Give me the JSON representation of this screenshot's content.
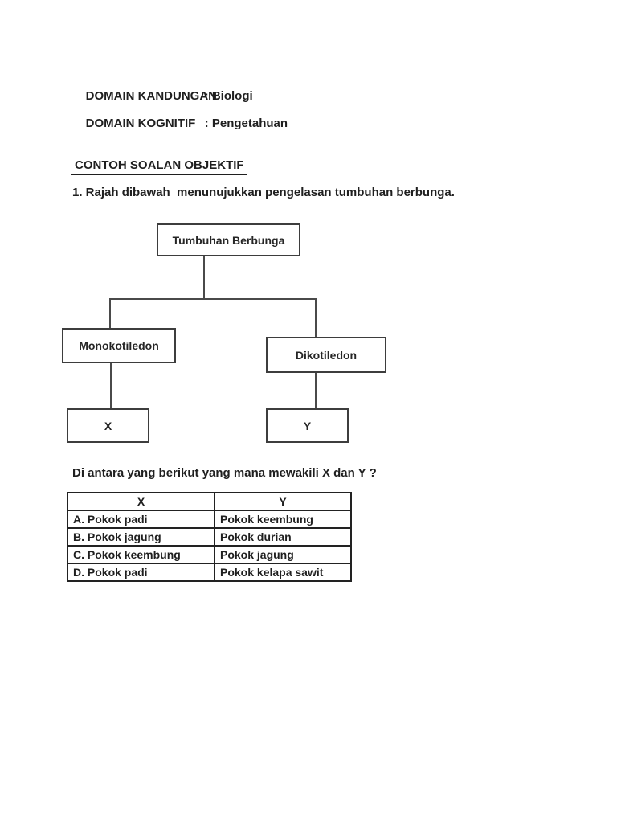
{
  "page": {
    "background": "#ffffff",
    "text_color": "#1f1f1f"
  },
  "header": {
    "lines": [
      {
        "label": "DOMAIN KANDUNGAN",
        "separator": ": ",
        "value": "Biologi"
      },
      {
        "label": "DOMAIN KOGNITIF",
        "separator": ": ",
        "value": "Pengetahuan"
      }
    ],
    "section_title": "CONTOH SOALAN OBJEKTIF"
  },
  "question": {
    "statement": "1. Rajah dibawah  menunujukkan pengelasan tumbuhan berbunga.",
    "prompt": "Di antara yang berikut yang mana mewakili X dan Y ?"
  },
  "diagram": {
    "nodes": {
      "root": "Tumbuhan Berbunga",
      "left": "Monokotiledon",
      "right": "Dikotiledon",
      "left_child": "X",
      "right_child": "Y"
    },
    "line_color": "#4a4a4a",
    "box_border_color": "#3d3d3d"
  },
  "table": {
    "headers": [
      "X",
      "Y"
    ],
    "rows": [
      {
        "x": "A. Pokok padi",
        "y": "Pokok keembung"
      },
      {
        "x": "B. Pokok jagung",
        "y": "Pokok durian"
      },
      {
        "x": "C. Pokok keembung",
        "y": "Pokok jagung"
      },
      {
        "x": "D. Pokok padi",
        "y": "Pokok kelapa sawit"
      }
    ],
    "border_color": "#222222"
  }
}
